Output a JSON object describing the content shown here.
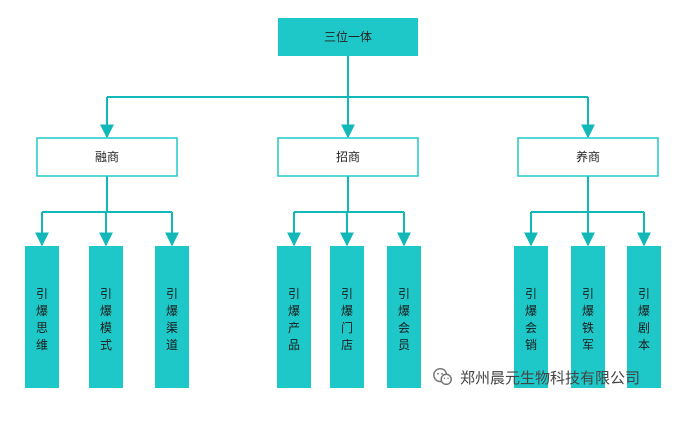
{
  "colors": {
    "accent": "#1ec8c8",
    "line": "#12b8b8",
    "text": "#222222"
  },
  "root": {
    "label": "三位一体"
  },
  "branches": [
    {
      "label": "融商",
      "leaves": [
        "引爆思维",
        "引爆模式",
        "引爆渠道"
      ]
    },
    {
      "label": "招商",
      "leaves": [
        "引爆产品",
        "引爆门店",
        "引爆会员"
      ]
    },
    {
      "label": "养商",
      "leaves": [
        "引爆会销",
        "引爆铁军",
        "引爆剧本"
      ]
    }
  ],
  "watermark": {
    "icon": "wechat-icon",
    "text": "郑州晨元生物科技有限公司"
  }
}
